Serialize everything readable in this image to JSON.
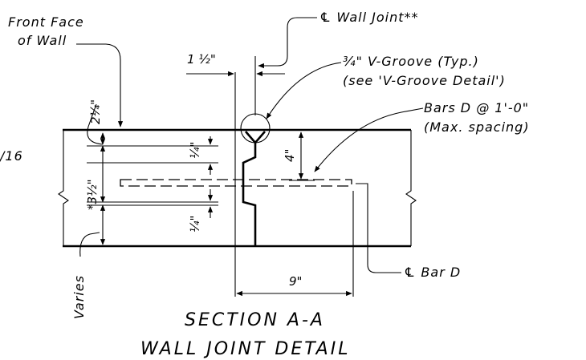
{
  "labels": {
    "front_face_line1": "Front Face",
    "front_face_line2": "of Wall",
    "cl_wall_joint": "℄ Wall Joint**",
    "vgroove_line1": "¾\" V-Groove (Typ.)",
    "vgroove_line2": "(see 'V-Groove Detail')",
    "bars_line1": "Bars D @ 1'-0\"",
    "bars_line2": "(Max. spacing)",
    "cl_bar": "℄ Bar D",
    "varies": "Varies",
    "left_cut": "/16"
  },
  "dimensions": {
    "one_half": "1 ½\"",
    "two_quarter": "2¼\"",
    "quarter_top": "¼\"",
    "quarter_bottom": "¼\"",
    "three_half": "*3½\"",
    "four_in": "4\"",
    "nine_in": "9\""
  },
  "title": {
    "line1": "SECTION A-A",
    "line2": "WALL JOINT DETAIL"
  }
}
